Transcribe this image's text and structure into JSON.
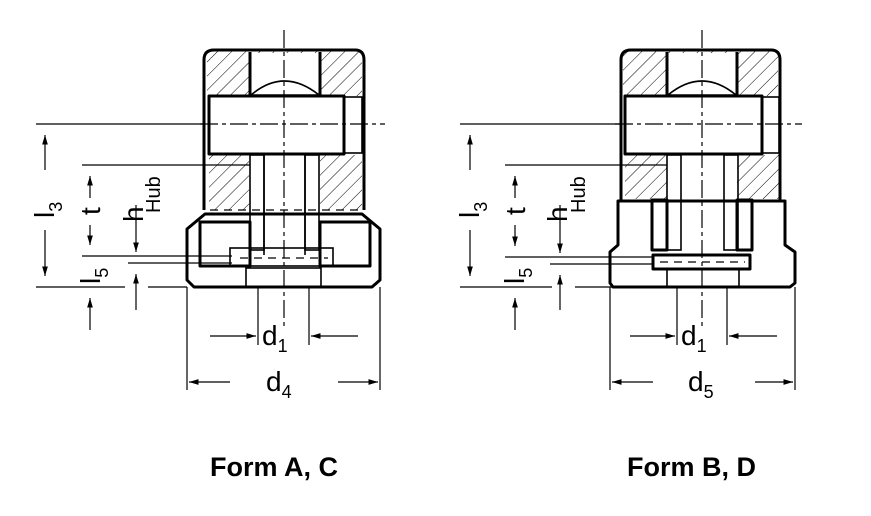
{
  "figures": [
    {
      "id": "form-a-c",
      "caption": "Form A, C",
      "labels": {
        "l": "l",
        "l3_sub": "3",
        "t": "t",
        "h": "h",
        "hub": "Hub",
        "l5_sub": "5",
        "d1": "d",
        "d1_sub": "1",
        "dout": "d",
        "dout_sub": "4"
      }
    },
    {
      "id": "form-b-d",
      "caption": "Form B, D",
      "labels": {
        "l": "l",
        "l3_sub": "3",
        "t": "t",
        "h": "h",
        "hub": "Hub",
        "l5_sub": "5",
        "d1": "d",
        "d1_sub": "1",
        "dout": "d",
        "dout_sub": "5"
      }
    }
  ],
  "colors": {
    "line": "#000000",
    "background": "#ffffff"
  }
}
